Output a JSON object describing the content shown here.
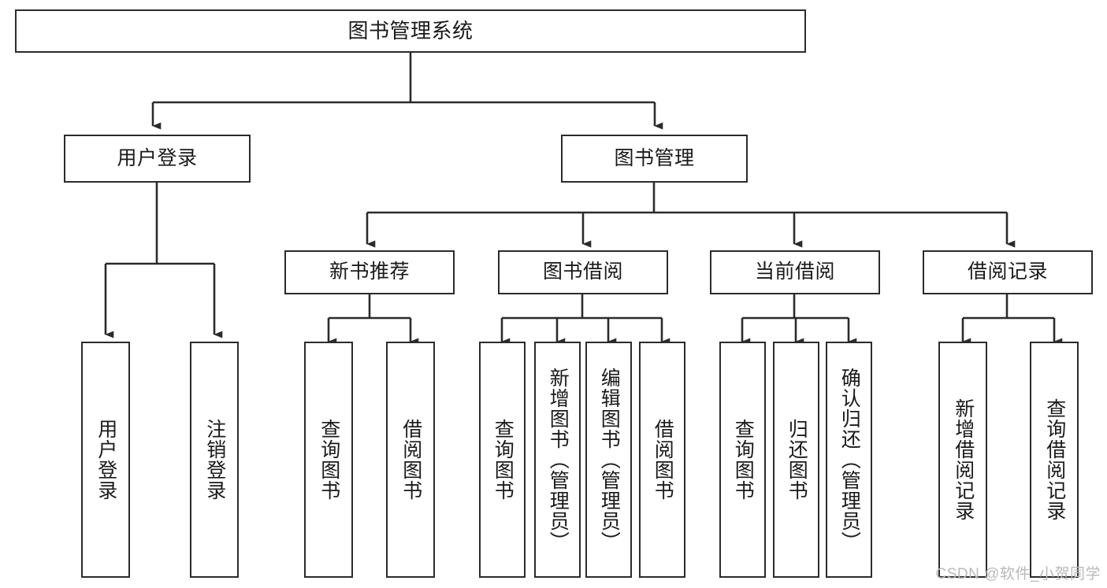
{
  "diagram": {
    "title": "图书管理系统",
    "type": "tree-hierarchy-diagram",
    "watermark": "CSDN @软件_小贺同学",
    "colors": {
      "stroke": "#2b2b2b",
      "fill": "#ffffff",
      "text": "#1a1a1a",
      "watermark": "#b9b9b9"
    },
    "nodes": {
      "root": {
        "label": "图书管理系统"
      },
      "level1": [
        {
          "id": "user-login",
          "label": "用户登录"
        },
        {
          "id": "book-manage",
          "label": "图书管理"
        }
      ],
      "level2": [
        {
          "id": "new-book-recommend",
          "label": "新书推荐"
        },
        {
          "id": "book-borrow",
          "label": "图书借阅"
        },
        {
          "id": "current-borrow",
          "label": "当前借阅"
        },
        {
          "id": "borrow-record",
          "label": "借阅记录"
        }
      ],
      "leaves": {
        "user_login": [
          {
            "id": "leaf-user-login",
            "label": "用户登录"
          },
          {
            "id": "leaf-logout",
            "label": "注销登录"
          }
        ],
        "new_book_recommend": [
          {
            "id": "leaf-query-book-1",
            "label": "查询图书"
          },
          {
            "id": "leaf-borrow-book-1",
            "label": "借阅图书"
          }
        ],
        "book_borrow": [
          {
            "id": "leaf-query-book-2",
            "label": "查询图书"
          },
          {
            "id": "leaf-add-book",
            "label": "新增图书（管理员）"
          },
          {
            "id": "leaf-edit-book",
            "label": "编辑图书（管理员）"
          },
          {
            "id": "leaf-borrow-book-2",
            "label": "借阅图书"
          }
        ],
        "current_borrow": [
          {
            "id": "leaf-query-book-3",
            "label": "查询图书"
          },
          {
            "id": "leaf-return-book",
            "label": "归还图书"
          },
          {
            "id": "leaf-confirm-return",
            "label": "确认归还（管理员）"
          }
        ],
        "borrow_record": [
          {
            "id": "leaf-add-record",
            "label": "新增借阅记录"
          },
          {
            "id": "leaf-query-record",
            "label": "查询借阅记录"
          }
        ]
      }
    }
  }
}
